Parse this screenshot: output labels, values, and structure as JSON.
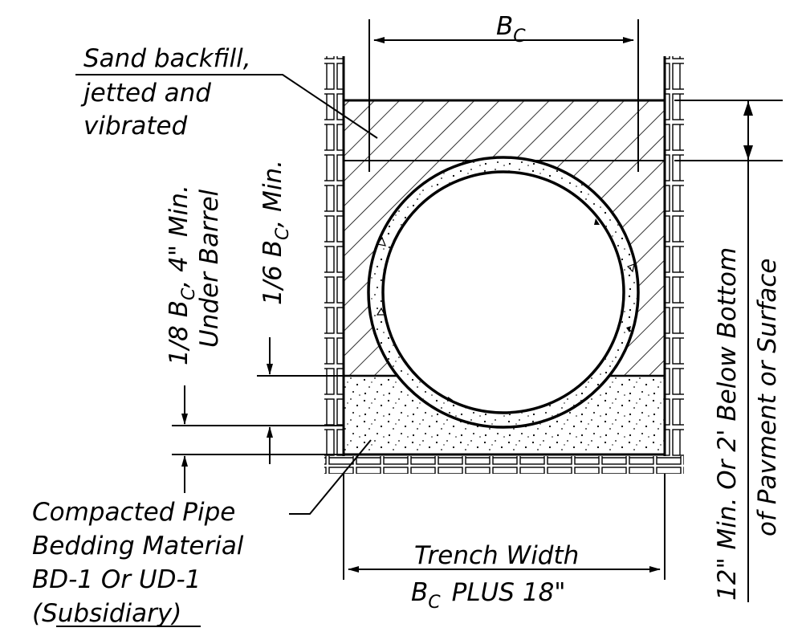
{
  "labels": {
    "bc_top": "B",
    "bc_top_sub": "C",
    "sand_line1": "Sand backfill,",
    "sand_line2": "jetted and",
    "sand_line3": "vibrated",
    "under_barrel_a": "1/8 B",
    "under_barrel_sub": "C",
    "under_barrel_b": ", 4\" Min.",
    "under_barrel_c": "Under Barrel",
    "sixth_a": "1/6 B",
    "sixth_sub": "C",
    "sixth_b": ", Min.",
    "depth_line1": "12\" Min. Or 2' Below Bottom",
    "depth_line2": "of Pavment or Surface",
    "bedding_line1": "Compacted Pipe",
    "bedding_line2": "Bedding Material",
    "bedding_line3": "BD-1 Or UD-1",
    "bedding_line4": "(Subsidiary)",
    "trench_line1": "Trench Width",
    "trench_bc": "B",
    "trench_bc_sub": "C",
    "trench_plus": "PLUS 18\""
  }
}
